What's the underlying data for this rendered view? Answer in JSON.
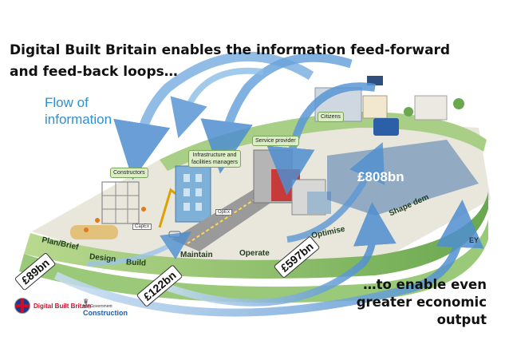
{
  "headline": {
    "line1": "Digital Built Britain enables the information feed-forward",
    "line2": "and feed-back loops…"
  },
  "flow_label": {
    "line1": "Flow of",
    "line2": "information"
  },
  "closing": {
    "line1": "…to enable even",
    "line2": "greater economic output"
  },
  "actors": {
    "constructors": "Constructors",
    "infra_line1": "Infrastructure and",
    "infra_line2": "facilities managers",
    "service": "Service provider",
    "citizens": "Citizens",
    "capex": "CapEx",
    "opex": "OpEx"
  },
  "stages": {
    "plan": "Plan/Brief",
    "design": "Design",
    "build": "Build",
    "maintain": "Maintain",
    "operate": "Operate",
    "optimise": "Optimise",
    "shape": "Shape dem"
  },
  "values": {
    "v89": "£89bn",
    "v122": "£122bn",
    "v597": "£597bn",
    "v808": "£808bn"
  },
  "logos": {
    "dbb": "Digital Built Britain",
    "hm_line": "HM Government",
    "construction": "Construction",
    "ey": "EY"
  },
  "colors": {
    "flow_blue": "#2f8fd0",
    "band_green": "#8fc06a",
    "arrow_blue": "#5c9bd6"
  }
}
